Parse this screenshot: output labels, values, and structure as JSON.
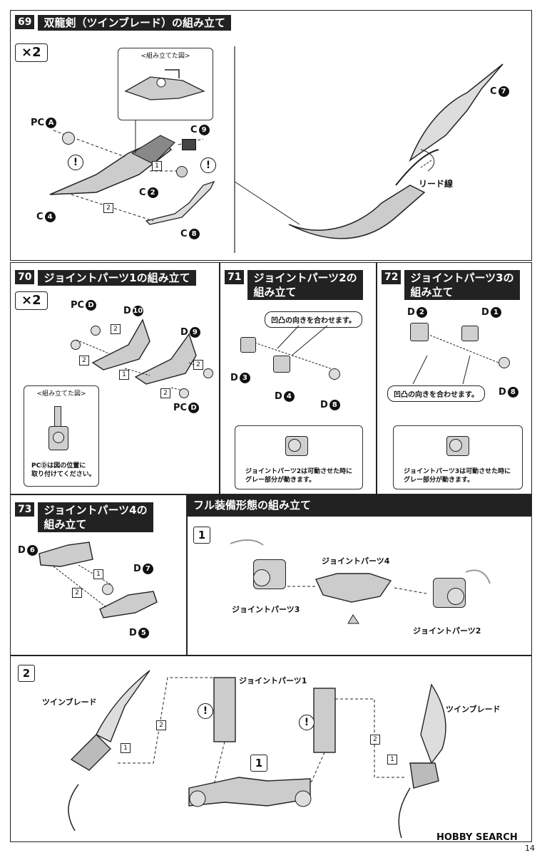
{
  "times_label": "×2",
  "s69": {
    "num": "69",
    "title": "双龍剣（ツインブレード）の組み立て",
    "inset_caption": "<組み立てた図>",
    "lbl_pcA": "PC",
    "circ_A": "A",
    "lbl_c9": "C",
    "circ_9": "9",
    "lbl_c2": "C",
    "circ_2": "2",
    "lbl_c4": "C",
    "circ_4": "4",
    "lbl_c8": "C",
    "circ_8": "8",
    "lbl_c7": "C",
    "circ_7": "7",
    "lead_wire": "リード線",
    "step1": "1",
    "step2": "2"
  },
  "s70": {
    "num": "70",
    "title": "ジョイントパーツ1の組み立て",
    "lbl_pcD": "PC",
    "circ_D": "D",
    "lbl_d10": "D",
    "circ_10": "10",
    "lbl_d9": "D",
    "circ_9": "9",
    "lbl_pcD2": "PC",
    "circ_D2": "D",
    "inset_caption": "<組み立てた図>",
    "note": "PCⒹは図の位置に\n取り付けてください。",
    "step1": "1",
    "step2": "2"
  },
  "s71": {
    "num": "71",
    "title": "ジョイントパーツ2の\n組み立て",
    "callout": "凹凸の向きを合わせます。",
    "lbl_d3": "D",
    "circ_3": "3",
    "lbl_d4": "D",
    "circ_4": "4",
    "lbl_d8": "D",
    "circ_8": "8",
    "note": "ジョイントパーツ2は可動させた時に\nグレー部分が動きます。"
  },
  "s72": {
    "num": "72",
    "title": "ジョイントパーツ3の\n組み立て",
    "callout": "凹凸の向きを合わせます。",
    "lbl_d2": "D",
    "circ_2": "2",
    "lbl_d1": "D",
    "circ_1": "1",
    "lbl_d8": "D",
    "circ_8": "8",
    "note": "ジョイントパーツ3は可動させた時に\nグレー部分が動きます。"
  },
  "s73": {
    "num": "73",
    "title": "ジョイントパーツ4の\n組み立て",
    "lbl_d6": "D",
    "circ_6": "6",
    "lbl_d7": "D",
    "circ_7": "7",
    "lbl_d5": "D",
    "circ_5": "5",
    "step1": "1",
    "step2": "2"
  },
  "full": {
    "title": "フル装備形態の組み立て",
    "box1": "1",
    "jp3": "ジョイントパーツ3",
    "jp4": "ジョイントパーツ4",
    "jp2": "ジョイントパーツ2"
  },
  "bottom": {
    "box2": "2",
    "twin_left": "ツインブレード",
    "twin_right": "ツインブレード",
    "jp1": "ジョイントパーツ1",
    "box1": "1",
    "step1": "1",
    "step2": "2",
    "excl": "!"
  },
  "footer": {
    "logo": "HOBBY SEARCH",
    "page": "14"
  }
}
